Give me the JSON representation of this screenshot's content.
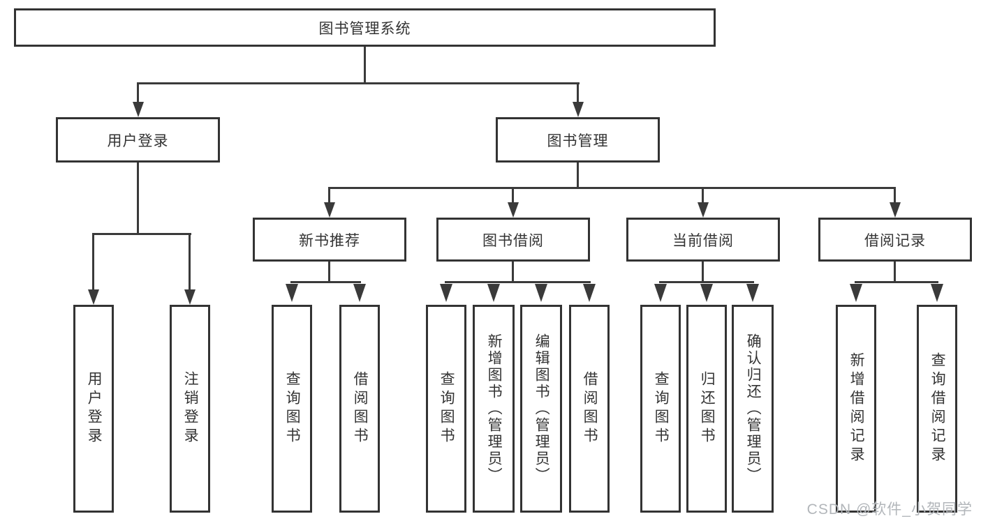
{
  "diagram": {
    "root": "图书管理系统",
    "branches": [
      {
        "label": "用户登录",
        "children": [
          "用户登录",
          "注销登录"
        ]
      },
      {
        "label": "图书管理",
        "sections": [
          {
            "label": "新书推荐",
            "children": [
              "查询图书",
              "借阅图书"
            ]
          },
          {
            "label": "图书借阅",
            "children": [
              "查询图书",
              "新增图书（管理员）",
              "编辑图书（管理员）",
              "借阅图书"
            ]
          },
          {
            "label": "当前借阅",
            "children": [
              "查询图书",
              "归还图书",
              "确认归还（管理员）"
            ]
          },
          {
            "label": "借阅记录",
            "children": [
              "新增借阅记录",
              "查询借阅记录"
            ]
          }
        ]
      }
    ],
    "colors": {
      "line": "#3a3a3a",
      "border": "#333333",
      "text": "#333333",
      "watermark_text_color": "#b2b6ba",
      "background": "#ffffff"
    }
  },
  "watermark": "CSDN @软件_小贺同学"
}
